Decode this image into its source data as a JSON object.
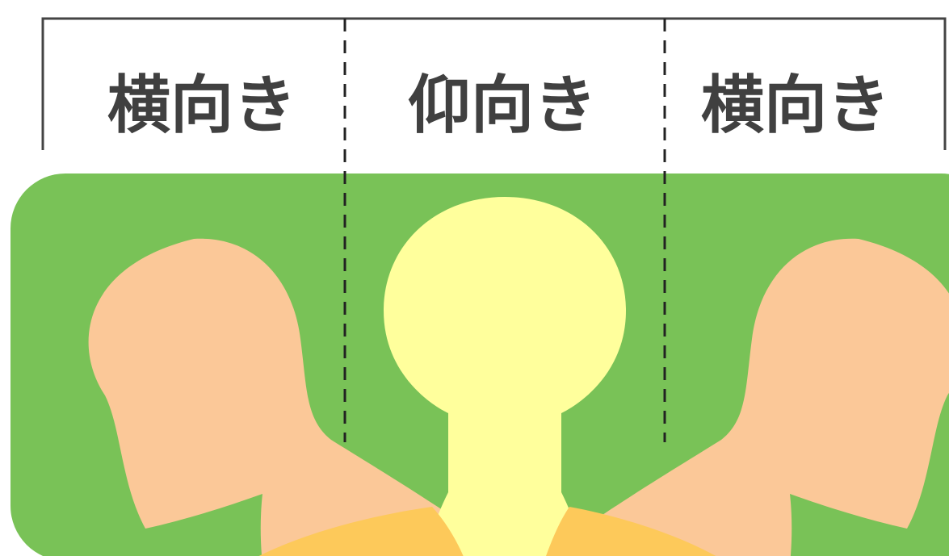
{
  "labels": {
    "left": "横向き",
    "center": "仰向き",
    "right": "横向き"
  },
  "colors": {
    "background_panel": "#79c257",
    "side_head": "#fbc898",
    "center_head": "#ffff9c",
    "shoulders": "#fdc95a",
    "bracket_line": "#444444",
    "divider": "#222222",
    "label_text": "#404040"
  }
}
